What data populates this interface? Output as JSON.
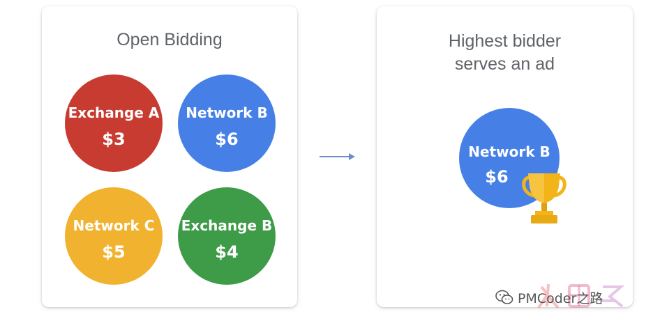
{
  "left_panel": {
    "title": "Open Bidding",
    "bidders": [
      {
        "name": "Exchange A",
        "bid": "$3",
        "color": "#c83b30"
      },
      {
        "name": "Network B",
        "bid": "$6",
        "color": "#4680e6"
      },
      {
        "name": "Network C",
        "bid": "$5",
        "color": "#f1b32f"
      },
      {
        "name": "Exchange B",
        "bid": "$4",
        "color": "#3e9b48"
      }
    ]
  },
  "right_panel": {
    "title_line1": "Highest bidder",
    "title_line2": "serves an ad",
    "winner": {
      "name": "Network B",
      "bid": "$6",
      "color": "#4680e6"
    }
  },
  "colors": {
    "arrow": "#6a8ec7",
    "title_text": "#5f6368",
    "trophy_gold": "#f2b418"
  },
  "icons": {
    "arrow": "arrow-right-icon",
    "trophy": "trophy-icon",
    "watermark": "wechat-icon"
  },
  "watermark": {
    "text": "PMCoder之路"
  }
}
